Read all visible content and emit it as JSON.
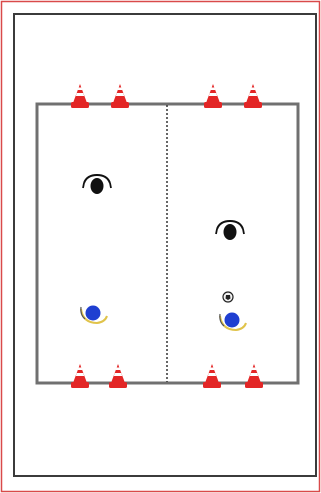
{
  "diagram": {
    "type": "drill-field-diagram",
    "colors": {
      "outer_border": "#d94a4a",
      "inner_border": "#3b3b3b",
      "field_line": "#707070",
      "divider": "#333333",
      "cone_red": "#e32626",
      "cone_white": "#ffffff",
      "defender": "#111111",
      "attacker": "#1f3fd1",
      "attacker_ring": "#e0c34a",
      "ball": "#f2f2f2"
    },
    "field": {
      "divider_style": "dotted",
      "halves": [
        "left",
        "right"
      ]
    },
    "cones": [
      {
        "icon": "cone-icon",
        "side": "top-left",
        "index": 1
      },
      {
        "icon": "cone-icon",
        "side": "top-left",
        "index": 2
      },
      {
        "icon": "cone-icon",
        "side": "top-right",
        "index": 1
      },
      {
        "icon": "cone-icon",
        "side": "top-right",
        "index": 2
      },
      {
        "icon": "cone-icon",
        "side": "bottom-left",
        "index": 1
      },
      {
        "icon": "cone-icon",
        "side": "bottom-left",
        "index": 2
      },
      {
        "icon": "cone-icon",
        "side": "bottom-right",
        "index": 1
      },
      {
        "icon": "cone-icon",
        "side": "bottom-right",
        "index": 2
      }
    ],
    "players": [
      {
        "icon": "defender-icon",
        "role": "defender",
        "half": "left"
      },
      {
        "icon": "defender-icon",
        "role": "defender",
        "half": "right"
      },
      {
        "icon": "attacker-icon",
        "role": "attacker",
        "half": "left"
      },
      {
        "icon": "attacker-icon",
        "role": "attacker",
        "half": "right"
      }
    ],
    "ball": {
      "icon": "ball-icon",
      "half": "right"
    }
  }
}
